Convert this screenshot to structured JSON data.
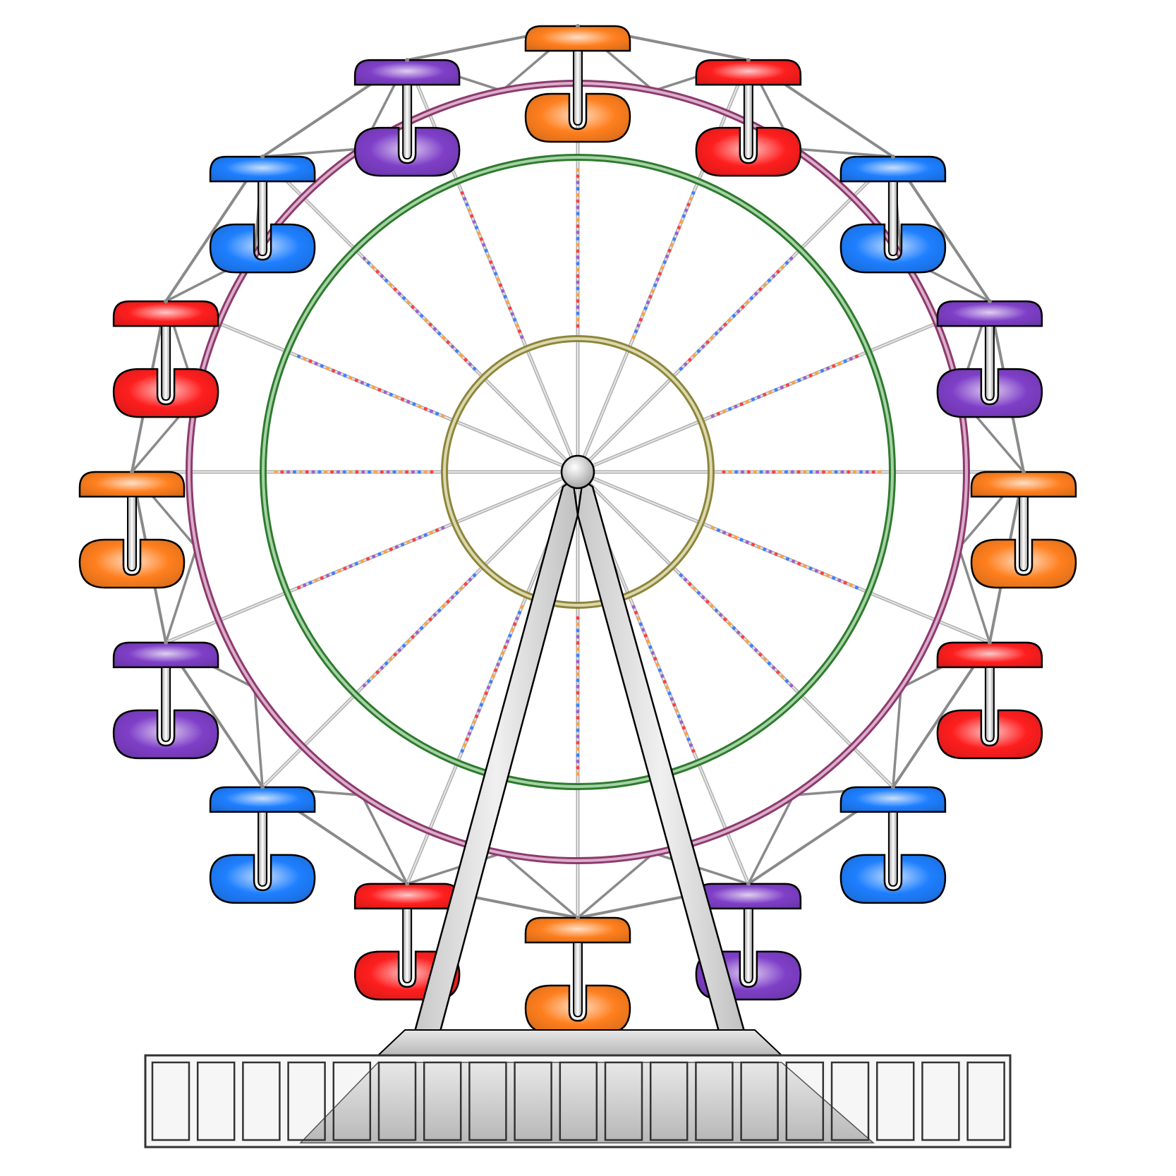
{
  "illustration": {
    "subject": "ferris-wheel",
    "gondola_count": 16,
    "gondola_colors": [
      "#ff7f1e",
      "#ff1e1e",
      "#1e7fff",
      "#7f3fc8",
      "#ff7f1e",
      "#ff1e1e",
      "#1e7fff",
      "#7f3fc8",
      "#ff7f1e",
      "#ff1e1e",
      "#1e7fff",
      "#7f3fc8",
      "#ff7f1e",
      "#ff1e1e",
      "#1e7fff",
      "#7f3fc8"
    ],
    "ring_colors": {
      "outer": "#b04a8a",
      "middle": "#3a9a3a",
      "inner": "#b0a84a"
    },
    "light_colors": [
      "#ff4040",
      "#ff9f40",
      "#4080ff",
      "#9f5fd0"
    ],
    "structure_color": "#d4d4d4",
    "base_panel_count": 19
  }
}
